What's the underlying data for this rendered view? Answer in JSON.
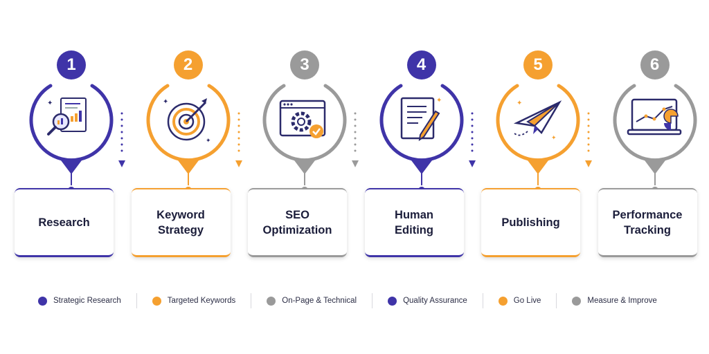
{
  "steps": [
    {
      "number": "1",
      "label": "Research",
      "color": "#3f34a8",
      "icon": "research-document-magnifier-icon"
    },
    {
      "number": "2",
      "label": "Keyword\nStrategy",
      "color": "#f5a030",
      "icon": "target-arrow-icon"
    },
    {
      "number": "3",
      "label": "SEO\nOptimization",
      "color": "#9a9a9a",
      "icon": "browser-gear-check-icon"
    },
    {
      "number": "4",
      "label": "Human\nEditing",
      "color": "#3f34a8",
      "icon": "document-pencil-icon"
    },
    {
      "number": "5",
      "label": "Publishing",
      "color": "#f5a030",
      "icon": "paper-plane-icon"
    },
    {
      "number": "6",
      "label": "Performance\nTracking",
      "color": "#9a9a9a",
      "icon": "laptop-line-chart-icon"
    }
  ],
  "legend": [
    {
      "label": "Strategic Research",
      "color": "#3f34a8"
    },
    {
      "label": "Targeted Keywords",
      "color": "#f5a030"
    },
    {
      "label": "On-Page & Technical",
      "color": "#9a9a9a"
    },
    {
      "label": "Quality Assurance",
      "color": "#3f34a8"
    },
    {
      "label": "Go Live",
      "color": "#f5a030"
    },
    {
      "label": "Measure & Improve",
      "color": "#9a9a9a"
    }
  ]
}
